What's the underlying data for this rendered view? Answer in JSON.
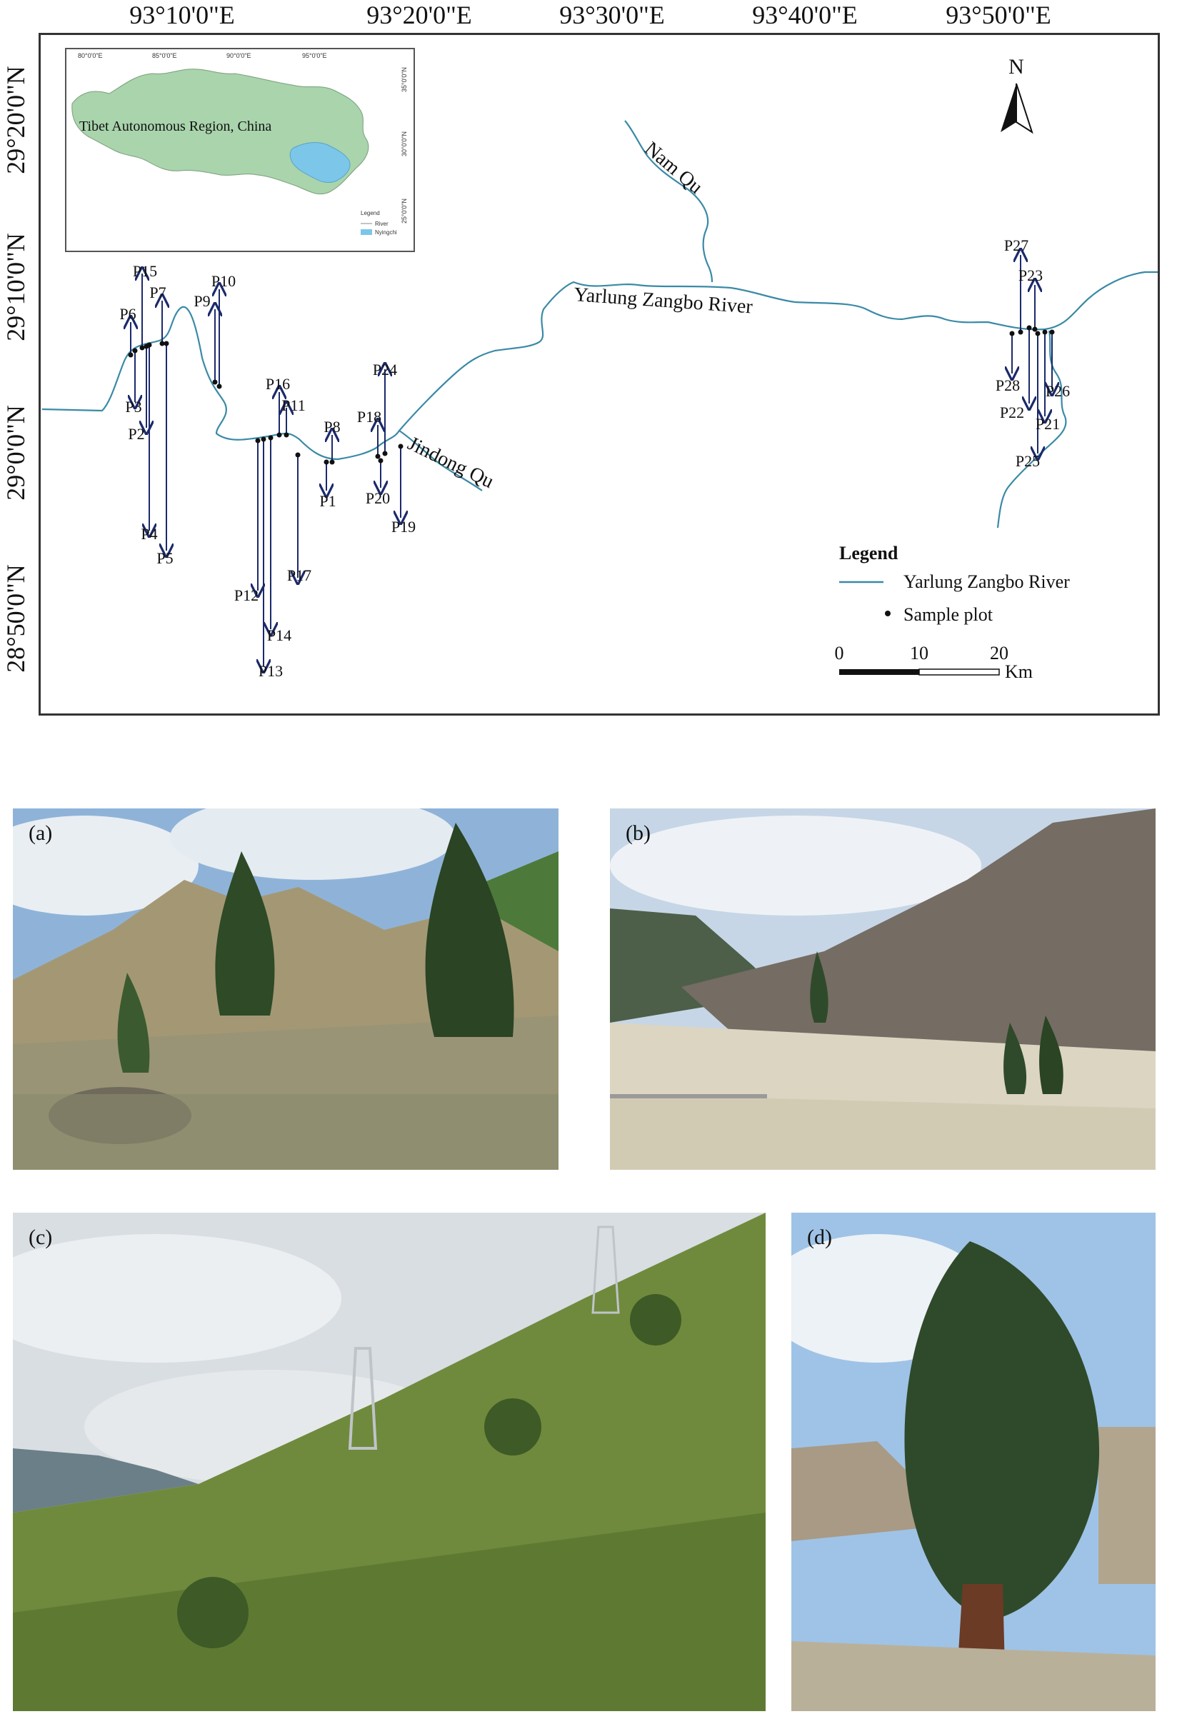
{
  "map": {
    "top_coords": [
      "93°10'0\"E",
      "93°20'0\"E",
      "93°30'0\"E",
      "93°40'0\"E",
      "93°50'0\"E"
    ],
    "left_coords": [
      "29°20'0\"N",
      "29°10'0\"N",
      "29°0'0\"N",
      "28°50'0\"N"
    ],
    "north_label": "N",
    "river_labels": {
      "nam_qu": "Nam Qu",
      "yarlung": "Yarlung Zangbo River",
      "jindong": "Jindong Qu"
    },
    "inset": {
      "title": "Tibet Autonomous Region, China",
      "lon_ticks": [
        "80°0'0\"E",
        "85°0'0\"E",
        "90°0'0\"E",
        "95°0'0\"E"
      ],
      "lat_ticks": [
        "35°0'0\"N",
        "30°0'0\"N",
        "25°0'0\"N"
      ],
      "legend_title": "Legend",
      "legend_river": "River",
      "legend_region": "Nyingchi"
    },
    "legend": {
      "title": "Legend",
      "river": "Yarlung Zangbo River",
      "sample": "Sample plot"
    },
    "scale": {
      "ticks": [
        "0",
        "10",
        "20"
      ],
      "unit": "Km"
    },
    "plots": [
      "P1",
      "P2",
      "P3",
      "P4",
      "P5",
      "P6",
      "P7",
      "P8",
      "P9",
      "P10",
      "P11",
      "P12",
      "P13",
      "P14",
      "P15",
      "P16",
      "P17",
      "P18",
      "P19",
      "P20",
      "P21",
      "P22",
      "P23",
      "P24",
      "P25",
      "P26",
      "P27",
      "P28"
    ]
  },
  "photos": {
    "a": "(a)",
    "b": "(b)",
    "c": "(c)",
    "d": "(d)"
  },
  "colors": {
    "river": "#3a8aa6",
    "arrow": "#1b2a6b",
    "tibet": "#a9d4ac",
    "nyingchi": "#7cc6ea"
  }
}
